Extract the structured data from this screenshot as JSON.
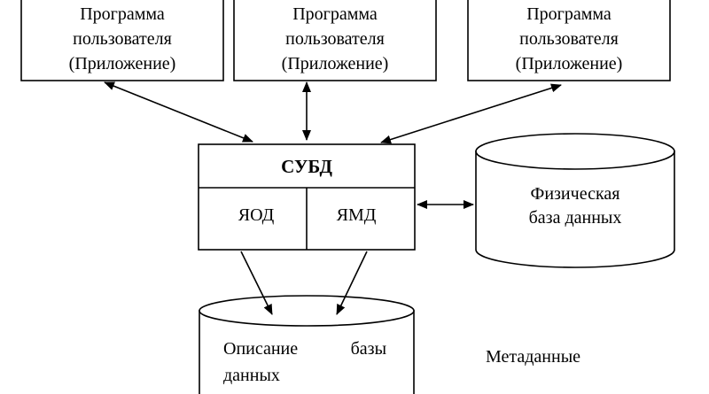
{
  "apps": [
    {
      "line1": "Программа",
      "line2": "пользователя",
      "line3": "(Приложение)"
    },
    {
      "line1": "Программа",
      "line2": "пользователя",
      "line3": "(Приложение)"
    },
    {
      "line1": "Программа",
      "line2": "пользователя",
      "line3": "(Приложение)"
    }
  ],
  "dbms": {
    "title": "СУБД",
    "left_part": "ЯОД",
    "right_part": "ЯМД"
  },
  "physical_db": {
    "line1": "Физическая",
    "line2": "база данных"
  },
  "db_description": {
    "word1": "Описание",
    "word2": "базы",
    "line2": "данных"
  },
  "metadata_label": "Метаданные"
}
